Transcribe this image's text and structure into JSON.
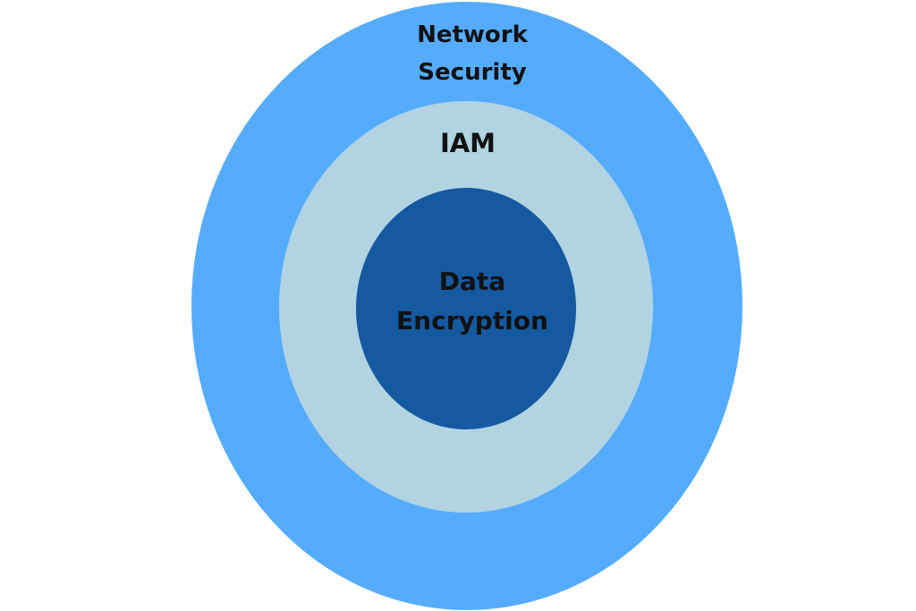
{
  "diagram": {
    "type": "concentric-layers",
    "layers": [
      {
        "id": "outer",
        "lines": [
          "Network",
          "Security"
        ],
        "color": "#55acff"
      },
      {
        "id": "middle",
        "lines": [
          "IAM"
        ],
        "color": "#b1d3e2"
      },
      {
        "id": "inner",
        "lines": [
          "Data",
          "Encryption"
        ],
        "color": "#155aa0"
      }
    ]
  }
}
